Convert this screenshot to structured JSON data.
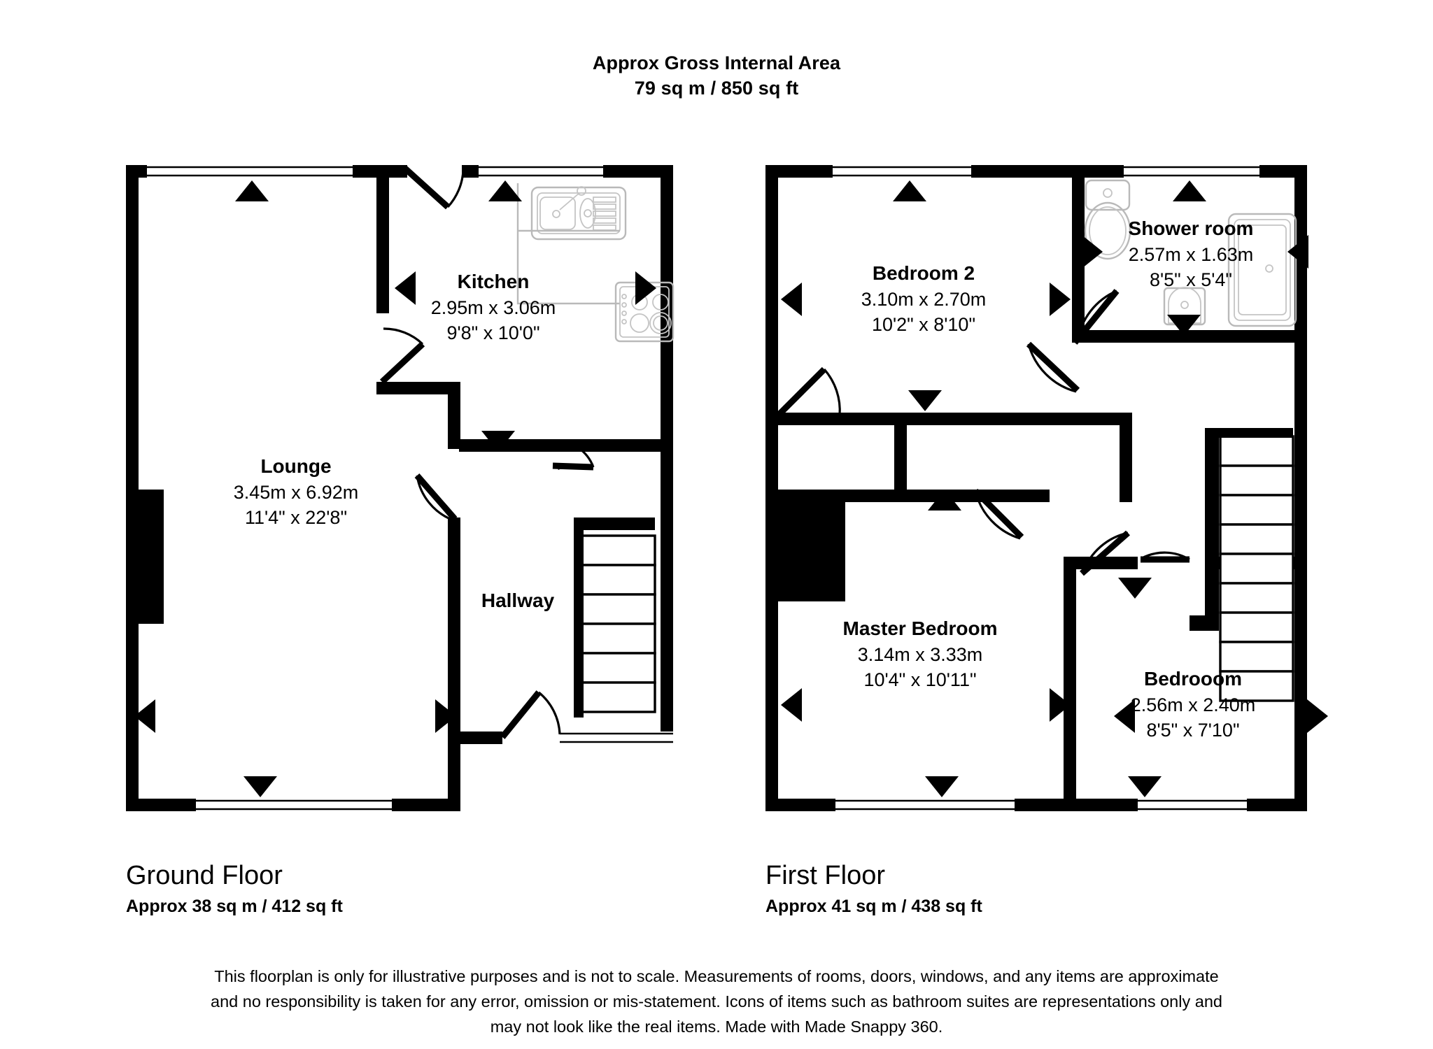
{
  "document": {
    "type": "floorplan",
    "header": {
      "title": "Approx Gross Internal Area",
      "subtitle": "79 sq m / 850 sq ft"
    },
    "disclaimer": {
      "line1": "This floorplan is only for illustrative purposes and is not to scale. Measurements of rooms, doors, windows, and any items are approximate",
      "line2": "and no responsibility is taken for any error, omission or mis-statement. Icons of items such as bathroom suites are representations only and",
      "line3": "may not look like the real items. Made with Made Snappy 360."
    }
  },
  "floors": [
    {
      "key": "ground",
      "title": "Ground Floor",
      "area": "Approx 38 sq m / 412 sq ft",
      "rooms": [
        {
          "key": "lounge",
          "name": "Lounge",
          "dim_metric": "3.45m x 6.92m",
          "dim_imperial": "11'4\" x 22'8\""
        },
        {
          "key": "kitchen",
          "name": "Kitchen",
          "dim_metric": "2.95m x 3.06m",
          "dim_imperial": "9'8\" x 10'0\""
        },
        {
          "key": "hallway",
          "name": "Hallway",
          "dim_metric": "",
          "dim_imperial": ""
        }
      ]
    },
    {
      "key": "first",
      "title": "First Floor",
      "area": "Approx 41 sq m / 438 sq ft",
      "rooms": [
        {
          "key": "bedroom2",
          "name": "Bedroom 2",
          "dim_metric": "3.10m x 2.70m",
          "dim_imperial": "10'2\" x 8'10\""
        },
        {
          "key": "shower_room",
          "name": "Shower room",
          "dim_metric": "2.57m x 1.63m",
          "dim_imperial": "8'5\" x 5'4\""
        },
        {
          "key": "master_bedroom",
          "name": "Master Bedroom",
          "dim_metric": "3.14m x 3.33m",
          "dim_imperial": "10'4\" x 10'11\""
        },
        {
          "key": "bedroom3",
          "name": "Bedrooom",
          "dim_metric": "2.56m x 2.40m",
          "dim_imperial": "8'5\" x 7'10\""
        }
      ]
    }
  ],
  "fixtures": [
    {
      "key": "kitchen-sink",
      "icon": "sink-icon",
      "floor": "ground",
      "room": "kitchen"
    },
    {
      "key": "kitchen-hob",
      "icon": "hob-icon",
      "floor": "ground",
      "room": "kitchen"
    },
    {
      "key": "ground-stairs",
      "icon": "stairs-icon",
      "floor": "ground",
      "room": "hallway",
      "treads": 6
    },
    {
      "key": "first-stairs",
      "icon": "stairs-icon",
      "floor": "first",
      "room": "landing",
      "treads": 9
    },
    {
      "key": "wc",
      "icon": "toilet-icon",
      "floor": "first",
      "room": "shower_room"
    },
    {
      "key": "basin",
      "icon": "basin-icon",
      "floor": "first",
      "room": "shower_room"
    },
    {
      "key": "shower-tray",
      "icon": "shower-tray-icon",
      "floor": "first",
      "room": "shower_room"
    }
  ],
  "style": {
    "wall_color": "#000000",
    "background_color": "#ffffff",
    "fixture_stroke": "#b9b9b9",
    "text_color": "#000000"
  }
}
